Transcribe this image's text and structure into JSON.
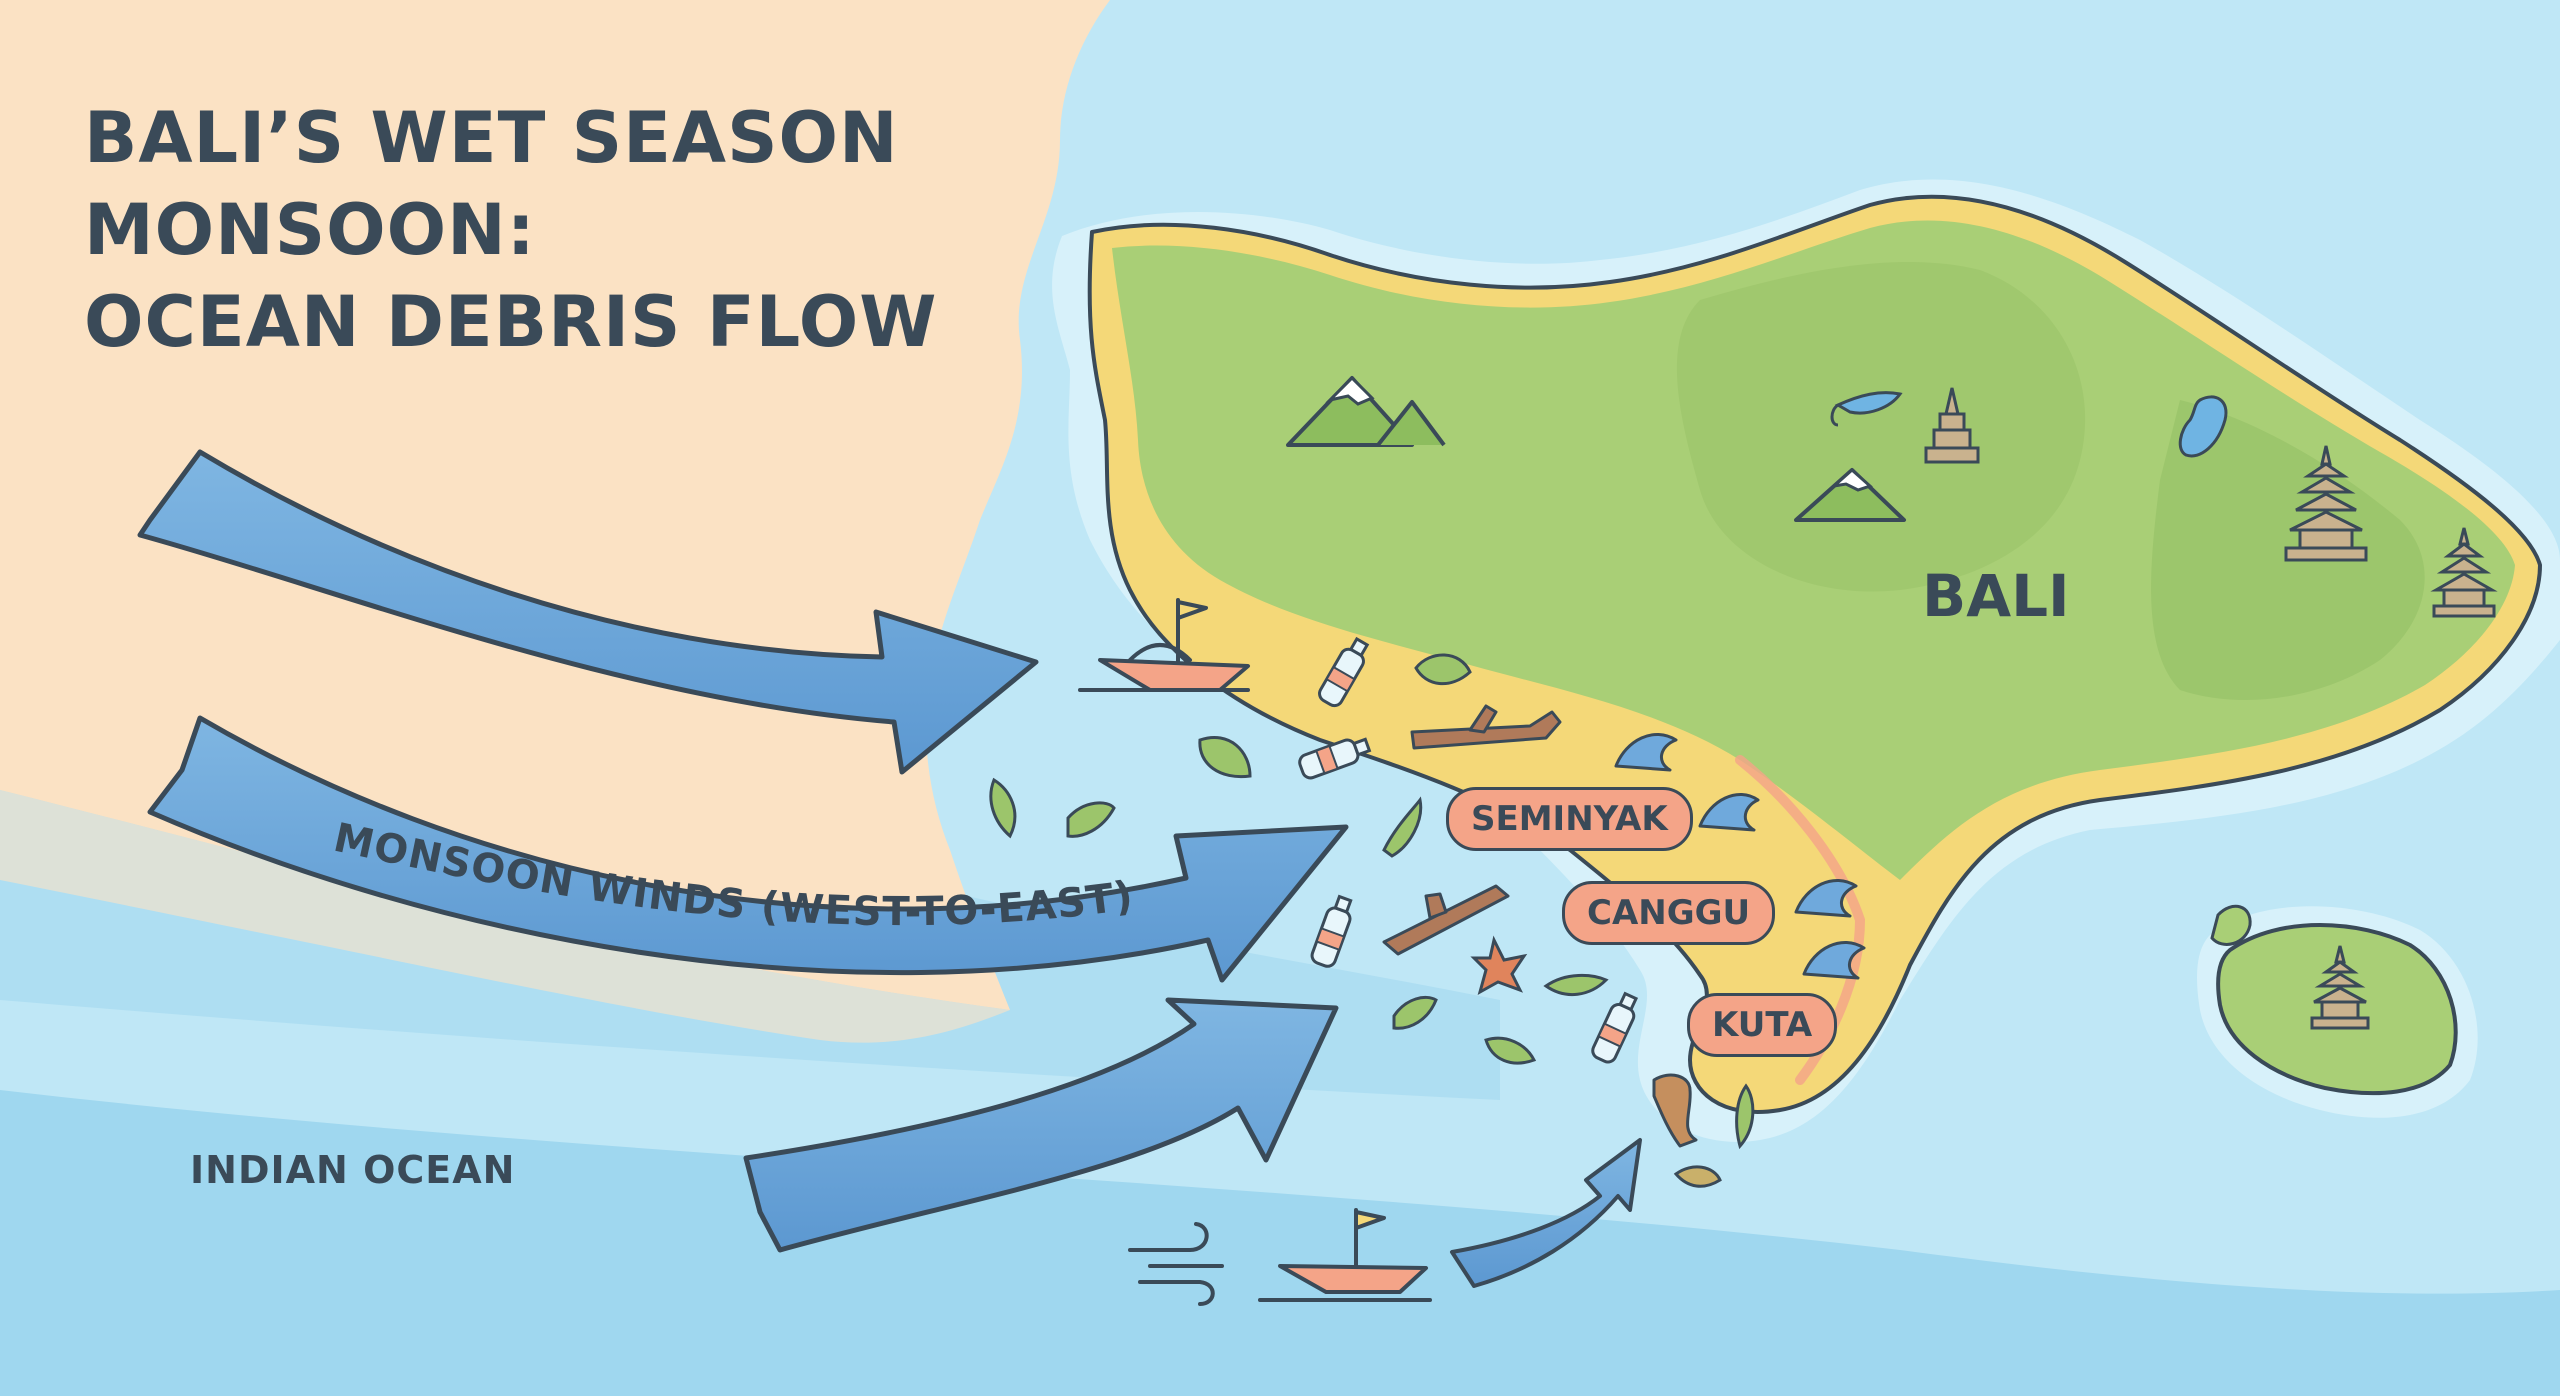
{
  "title_lines": [
    "BALI’S WET SEASON",
    "MONSOON:",
    "OCEAN DEBRIS FLOW"
  ],
  "labels": {
    "ocean": "INDIAN OCEAN",
    "island": "BALI",
    "wind": "MONSOON WINDS (WEST-TO-EAST)"
  },
  "beaches": [
    "SEMINYAK",
    "CANGGU",
    "KUTA"
  ],
  "colors": {
    "ocean_light": "#bfe7f6",
    "ocean_mid": "#9fd7ef",
    "land_beige": "#fbe2c4",
    "island_green": "#a9cf76",
    "beach_sand": "#f4d878",
    "beach_badge": "#f4a488",
    "arrow_blue": "#6fa9dc",
    "ink": "#3a4a58"
  },
  "icons": [
    "mountain-icon",
    "temple-icon",
    "lake-icon",
    "boat-icon",
    "bottle-icon",
    "leaf-icon",
    "driftwood-icon",
    "wave-icon",
    "wind-icon"
  ]
}
